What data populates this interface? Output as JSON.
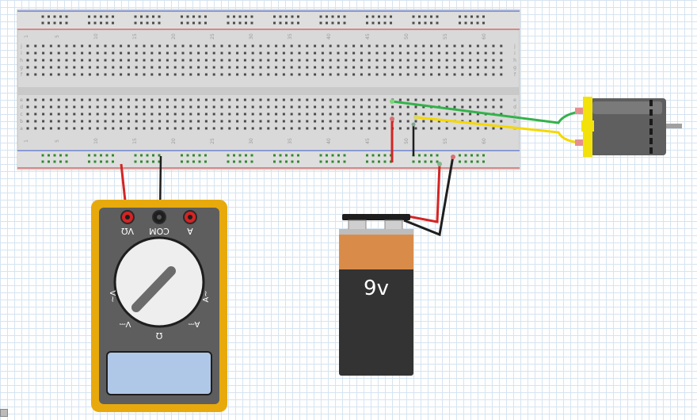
{
  "breadboard": {
    "column_numbers": [
      "1",
      "5",
      "10",
      "15",
      "20",
      "25",
      "30",
      "35",
      "40",
      "45",
      "50",
      "55",
      "60"
    ],
    "row_letters_top": [
      "j",
      "i",
      "h",
      "g",
      "f"
    ],
    "row_letters_bottom": [
      "e",
      "d",
      "c",
      "b",
      "a"
    ]
  },
  "multimeter": {
    "port_labels": [
      "VΩ",
      "COM",
      "A"
    ],
    "dial_labels": [
      "V~",
      "V⎓",
      "Ω",
      "A⎓",
      "A~"
    ]
  },
  "battery": {
    "label": "9v"
  },
  "colors": {
    "multimeter_frame": "#e8a90c",
    "multimeter_body": "#5e5e5e",
    "display": "#b0c8e8",
    "battery_top": "#d98c4a",
    "battery_bottom": "#333333",
    "motor_end": "#f2e20a",
    "wire_red": "#d42424",
    "wire_black": "#1e1e1e",
    "wire_green": "#33b24a",
    "wire_yellow": "#f5d800"
  }
}
